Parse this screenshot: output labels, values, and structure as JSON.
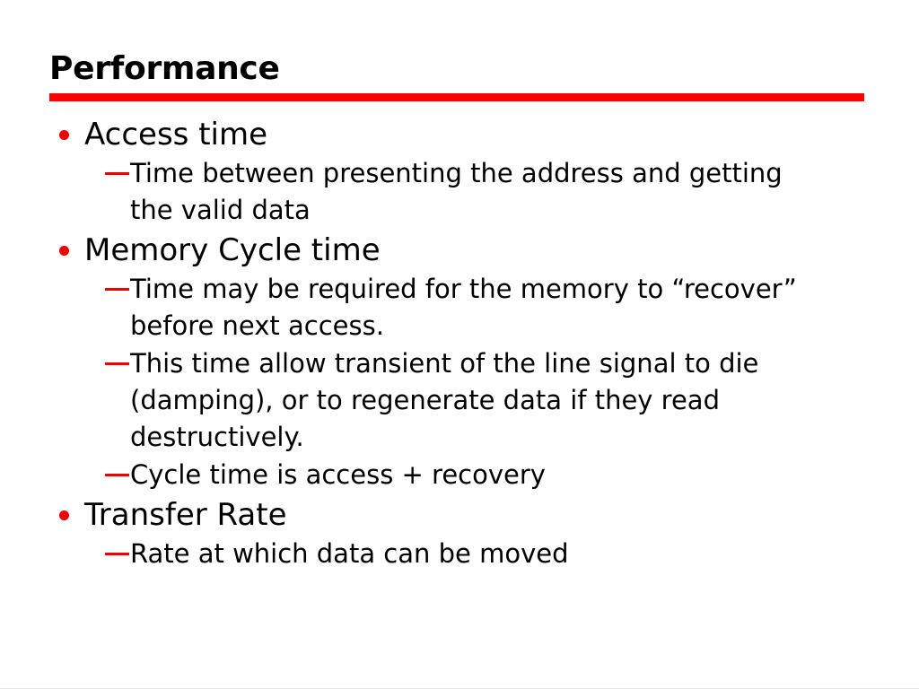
{
  "slide": {
    "title": "Performance",
    "accent_color": "#FF0000",
    "bullet_color": "#EE0000",
    "text_color": "#000000",
    "background_color": "#FFFFFF",
    "outline": [
      {
        "level1": "Access time",
        "level2": [
          "Time between presenting the address and getting the valid data"
        ]
      },
      {
        "level1": "Memory Cycle time",
        "level2": [
          "Time may be required for the memory to “recover” before next access.",
          "This time allow transient of the line signal to die (damping), or to regenerate data if they read destructively.",
          "Cycle time is access + recovery"
        ]
      },
      {
        "level1": "Transfer Rate",
        "level2": [
          "Rate at which data can be moved"
        ]
      }
    ]
  }
}
